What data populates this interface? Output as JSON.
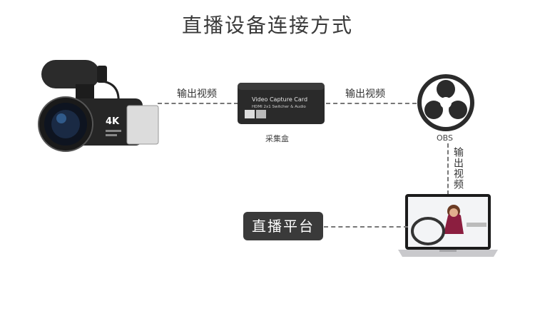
{
  "title": "直播设备连接方式",
  "camera": {
    "badge": "4K"
  },
  "capture_card": {
    "title": "Video Capture Card",
    "subtitle": "HDMI 2x1 Switcher & Audio",
    "label": "采集盒"
  },
  "obs": {
    "label": "OBS"
  },
  "edges": {
    "camera_to_card": "输出视频",
    "card_to_obs": "输出视频",
    "obs_to_laptop": "输出视频"
  },
  "platform": {
    "label": "直播平台"
  }
}
